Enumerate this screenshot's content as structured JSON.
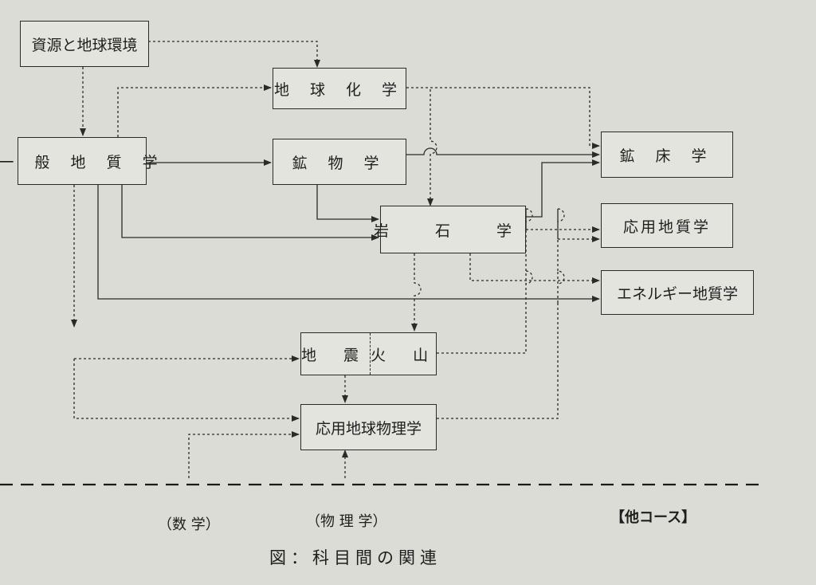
{
  "nodes": {
    "resources": "資源と地球環境",
    "geochemistry": "地 球 化 学",
    "general_geology": "一 般 地 質 学",
    "mineralogy": "鉱 物 学",
    "ore_deposits": "鉱 床 学",
    "petrology": "岩 石 学",
    "applied_geology": "応用地質学",
    "energy_geology": "エネルギー地質学",
    "seismology": "地 震",
    "volcanology": "火 山",
    "applied_geophysics": "応用地球物理学"
  },
  "labels": {
    "math": "（数 学）",
    "physics": "（物 理 学）",
    "other_courses": "【他コース】"
  },
  "caption": "図：科目間の関連"
}
